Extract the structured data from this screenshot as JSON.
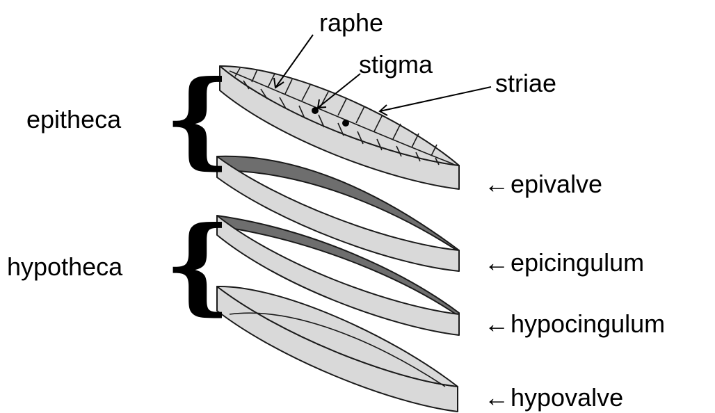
{
  "labels": {
    "raphe": "raphe",
    "stigma": "stigma",
    "striae": "striae",
    "epitheca": "epitheca",
    "hypotheca": "hypotheca",
    "epivalve": "epivalve",
    "epicingulum": "epicingulum",
    "hypocingulum": "hypocingulum",
    "hypovalve": "hypovalve"
  },
  "arrow_glyph": "←",
  "brace_glyph": "{",
  "colors": {
    "valve_fill": "#d9d9d9",
    "band_inner": "#6e6e6e",
    "outline": "#1a1a1a",
    "background": "#ffffff"
  }
}
